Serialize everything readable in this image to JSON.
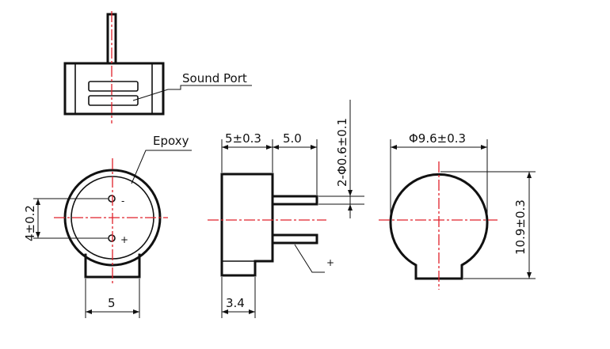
{
  "labels": {
    "sound_port": "Sound Port",
    "epoxy": "Epoxy",
    "pin_spacing": "4±0.2",
    "base_width": "5",
    "height": "5±0.3",
    "pin_length": "5.0",
    "pin_diameter": "2-Φ0.6±0.1",
    "base_depth": "3.4",
    "plus_pin": "+",
    "diameter": "Φ9.6±0.3",
    "total_height": "10.9±0.3",
    "pin_minus": "-",
    "pin_plus": "+"
  },
  "colors": {
    "line": "#111111",
    "centerline": "#e0202a"
  }
}
